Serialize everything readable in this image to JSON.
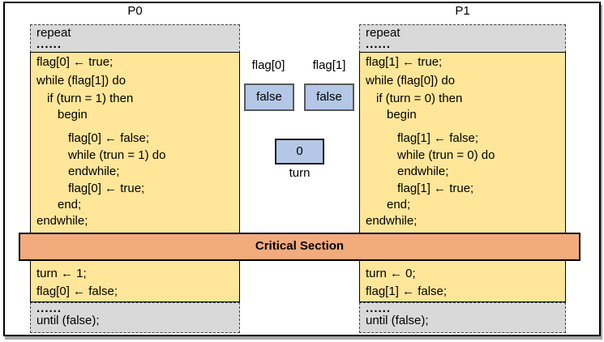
{
  "diagram": {
    "title_p0": "P0",
    "title_p1": "P1",
    "critical_section": "Critical Section",
    "p0": {
      "repeat": "repeat",
      "dots_top": "......",
      "entry_code": [
        {
          "text": "flag[0] ← true;"
        },
        {
          "text": "while (flag[1]) do"
        },
        {
          "text": "if (turn = 1) then"
        },
        {
          "text": "begin"
        },
        {
          "text": "flag[0] ← false;"
        },
        {
          "text": "while (trun = 1) do"
        },
        {
          "text": "endwhile;"
        },
        {
          "text": "flag[0] ← true;"
        },
        {
          "text": "end;"
        },
        {
          "text": "endwhile;"
        }
      ],
      "exit_code": [
        "turn ← 1;",
        "flag[0] ← false;"
      ],
      "dots_bottom": "......",
      "until": "until (false);"
    },
    "p1": {
      "repeat": "repeat",
      "dots_top": "......",
      "entry_code": [
        {
          "text": "flag[1] ← true;"
        },
        {
          "text": "while (flag[0]) do"
        },
        {
          "text": "if (turn = 0) then"
        },
        {
          "text": "begin"
        },
        {
          "text": "flag[1] ← false;"
        },
        {
          "text": "while (trun = 0) do"
        },
        {
          "text": "endwhile;"
        },
        {
          "text": "flag[1] ← true;"
        },
        {
          "text": "end;"
        },
        {
          "text": "endwhile;"
        }
      ],
      "exit_code": [
        "turn ← 0;",
        "flag[1] ← false;"
      ],
      "dots_bottom": "......",
      "until": "until (false);"
    },
    "variables": {
      "flag0_label": "flag[0]",
      "flag0_value": "false",
      "flag1_label": "flag[1]",
      "flag1_value": "false",
      "turn_value": "0",
      "turn_label": "turn"
    },
    "colors": {
      "yellow": "#FFE699",
      "gray": "#D9D9D9",
      "orange": "#F2AB7D",
      "blue": "#B4C7E7",
      "blue_border": "#595959"
    }
  }
}
